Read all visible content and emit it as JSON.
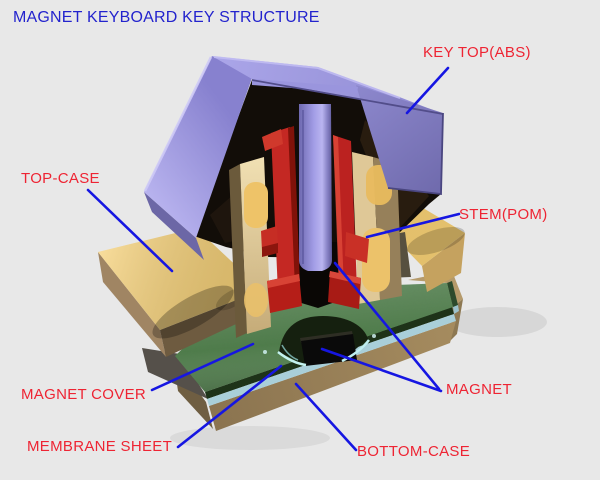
{
  "title": {
    "text": "MAGNET KEYBOARD KEY STRUCTURE"
  },
  "labels": {
    "key_top": {
      "text": "KEY TOP(ABS)"
    },
    "top_case": {
      "text": "TOP-CASE"
    },
    "stem": {
      "text": "STEM(POM)"
    },
    "magnet_cover": {
      "text": "MAGNET COVER"
    },
    "magnet": {
      "text": "MAGNET"
    },
    "membrane_sheet": {
      "text": "MEMBRANE SHEET"
    },
    "bottom_case": {
      "text": "BOTTOM-CASE"
    }
  },
  "colors": {
    "background": "#e8e8e8",
    "title_blue": "#2323cd",
    "label_red": "#ee2433",
    "leader_blue": "#1616e2",
    "keycap_lavender": "#938dd8",
    "keycap_top": "#a39ee2",
    "keycap_side": "#7b76bb",
    "stem_red": "#c42823",
    "top_case_yellow": "#f5cf74",
    "housing_tan": "#e6d1a0",
    "magnet_cover_green": "#4e7c4a",
    "membrane_cyan": "#a9cfd9",
    "bottom_case_tan": "#a98f62",
    "magnet_black": "#0a0a0a",
    "interior_black": "#120d08"
  }
}
